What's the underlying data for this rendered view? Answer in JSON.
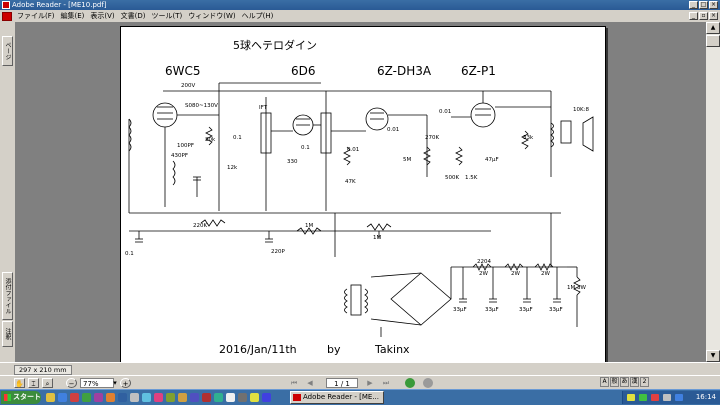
{
  "window": {
    "title": "Adobe Reader - [ME10.pdf]"
  },
  "menu": [
    "ファイル(F)",
    "編集(E)",
    "表示(V)",
    "文書(D)",
    "ツール(T)",
    "ウィンドウ(W)",
    "ヘルプ(H)"
  ],
  "left_tabs": [
    "ページ",
    "添付ファイル",
    "注釈"
  ],
  "schematic": {
    "title": "5球ヘテロダイン",
    "tubes": [
      "6WC5",
      "6D6",
      "6Z-DH3A",
      "6Z-P1"
    ],
    "labels": {
      "v200": "200V",
      "v_screen": "S080~130V",
      "ift": "IFT",
      "r20k": "20k",
      "c01a": "0.1",
      "c100p": "100PF",
      "c430p": "430PF",
      "r12k": "12k",
      "r330": "330",
      "c01b": "0.1",
      "c001a": "0.01",
      "c001b": "0.01",
      "c001c": "0.01",
      "r47k": "47K",
      "r5m": "5M",
      "r270k": "270K",
      "r500k": "500K",
      "r15k": "1.5K",
      "c47u": "47μF",
      "r33k": "33k",
      "spk": "10K:8",
      "r220k": "220K",
      "r1m": "1M",
      "vr1m": "1M",
      "c01c": "0.1",
      "c220p": "220P",
      "r2204": "2204",
      "w2a": "2W",
      "w2b": "2W",
      "w2c": "2W",
      "r1m3w": "1M 3W",
      "c33a": "33μF",
      "c33b": "33μF",
      "c33c": "33μF",
      "c33d": "33μF"
    },
    "footer_date": "2016/Jan/11th",
    "footer_by": "by",
    "footer_author": "Takinx"
  },
  "status": {
    "page_size": "297 x 210 mm"
  },
  "navigation": {
    "zoom": "77%",
    "page_indicator": "1 / 1"
  },
  "ime": [
    "A",
    "般",
    "あ",
    "漢",
    "2"
  ],
  "taskbar": {
    "start_label": "スタート",
    "active_task": "Adobe Reader - [ME...",
    "clock": "16:14"
  }
}
